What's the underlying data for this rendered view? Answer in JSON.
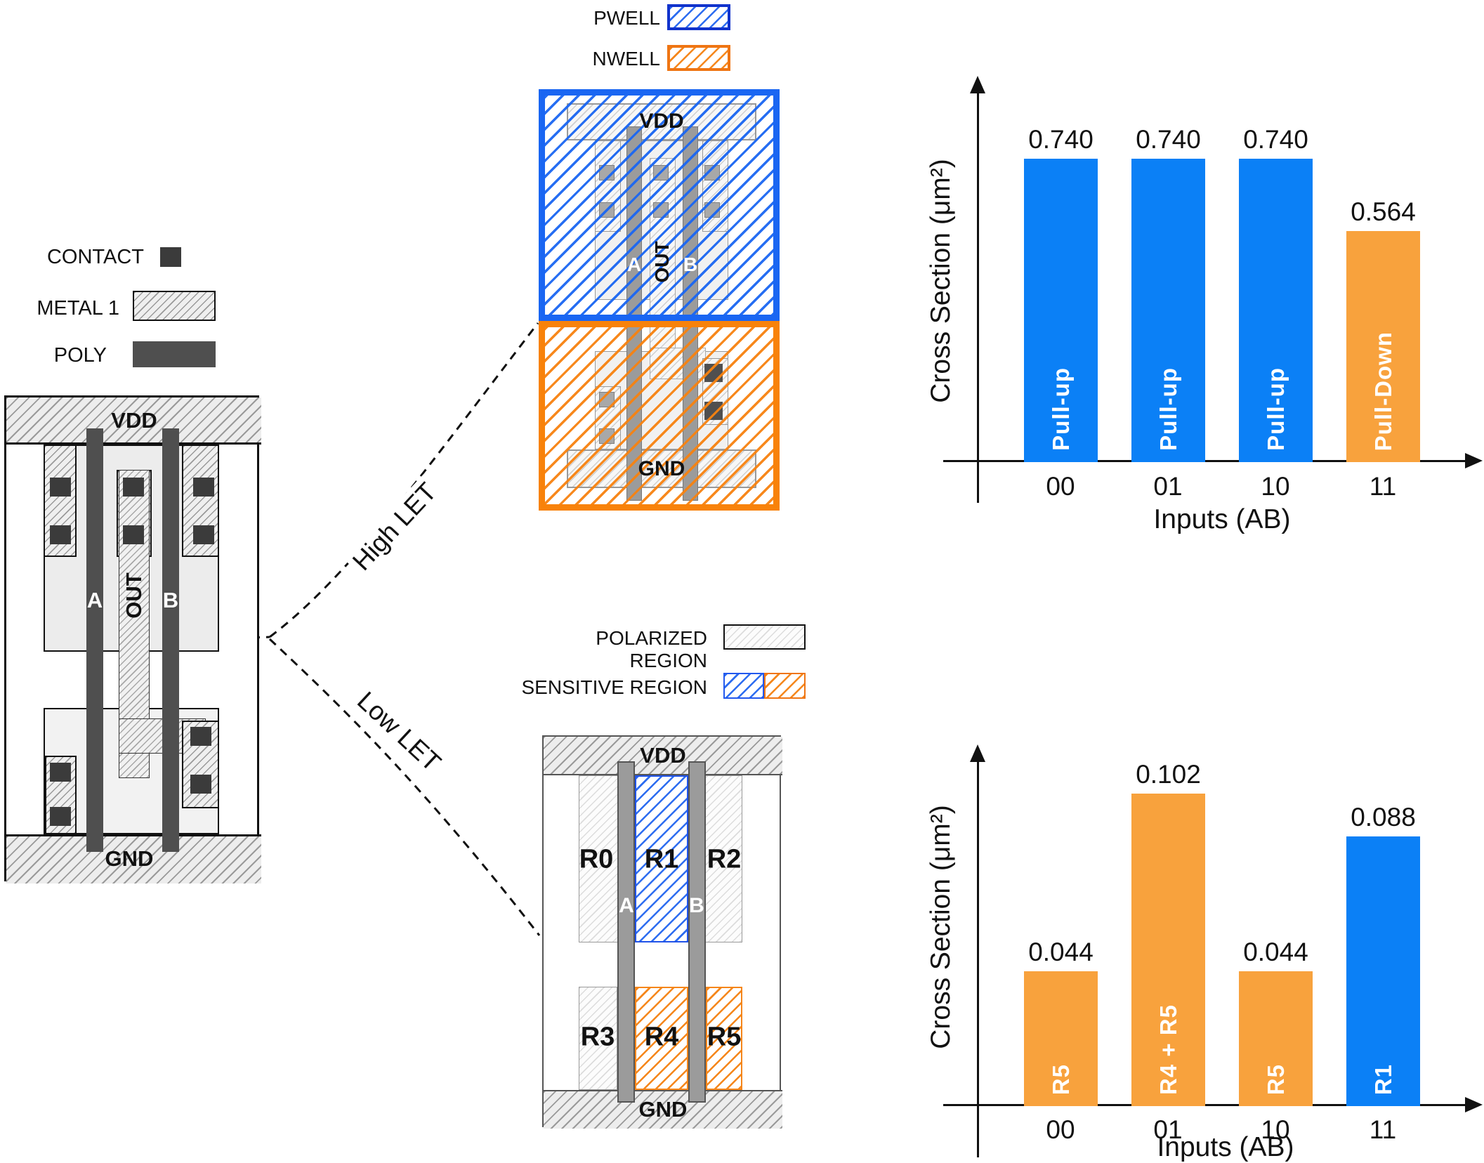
{
  "colors": {
    "bar_blue": "#0b80f6",
    "bar_orange": "#f8a23d",
    "pwell_blue": "#1a66f2",
    "nwell_orange": "#f8820a"
  },
  "left_legend": {
    "contact": "CONTACT",
    "metal1": "METAL 1",
    "poly": "POLY"
  },
  "cmos_layout": {
    "vdd": "VDD",
    "gnd": "GND",
    "input_a": "A",
    "input_b": "B",
    "out": "OUT"
  },
  "connectors": {
    "high": "High LET",
    "low": "Low LET"
  },
  "well_diagram": {
    "legend": {
      "pwell": "PWELL",
      "nwell": "NWELL"
    },
    "vdd": "VDD",
    "gnd": "GND",
    "input_a": "A",
    "input_b": "B",
    "out": "OUT"
  },
  "region_diagram": {
    "legend": {
      "polarized": "POLARIZED REGION",
      "sensitive": "SENSITIVE REGION"
    },
    "vdd": "VDD",
    "gnd": "GND",
    "input_a": "A",
    "input_b": "B",
    "regions": {
      "r0": "R0",
      "r1": "R1",
      "r2": "R2",
      "r3": "R3",
      "r4": "R4",
      "r5": "R5"
    }
  },
  "chart_data": [
    {
      "id": "high-let-cross-section",
      "type": "bar",
      "categories": [
        "00",
        "01",
        "10",
        "11"
      ],
      "values": [
        0.74,
        0.74,
        0.74,
        0.564
      ],
      "value_labels": [
        "0.740",
        "0.740",
        "0.740",
        "0.564"
      ],
      "bar_labels": [
        "Pull-up",
        "Pull-up",
        "Pull-up",
        "Pull-Down"
      ],
      "bar_colors": [
        "#0b80f6",
        "#0b80f6",
        "#0b80f6",
        "#f8a23d"
      ],
      "xlabel": "Inputs (AB)",
      "ylabel": "Cross Section (μm²)",
      "ylim": [
        0,
        0.8
      ],
      "grid": false,
      "legend_position": "none"
    },
    {
      "id": "low-let-cross-section",
      "type": "bar",
      "categories": [
        "00",
        "01",
        "10",
        "11"
      ],
      "values": [
        0.044,
        0.102,
        0.044,
        0.088
      ],
      "value_labels": [
        "0.044",
        "0.102",
        "0.044",
        "0.088"
      ],
      "bar_labels": [
        "R5",
        "R4 + R5",
        "R5",
        "R1"
      ],
      "bar_colors": [
        "#f8a23d",
        "#f8a23d",
        "#f8a23d",
        "#0b80f6"
      ],
      "xlabel": "Inputs (AB)",
      "ylabel": "Cross Section (μm²)",
      "ylim": [
        0,
        0.11
      ],
      "grid": false,
      "legend_position": "none"
    }
  ]
}
